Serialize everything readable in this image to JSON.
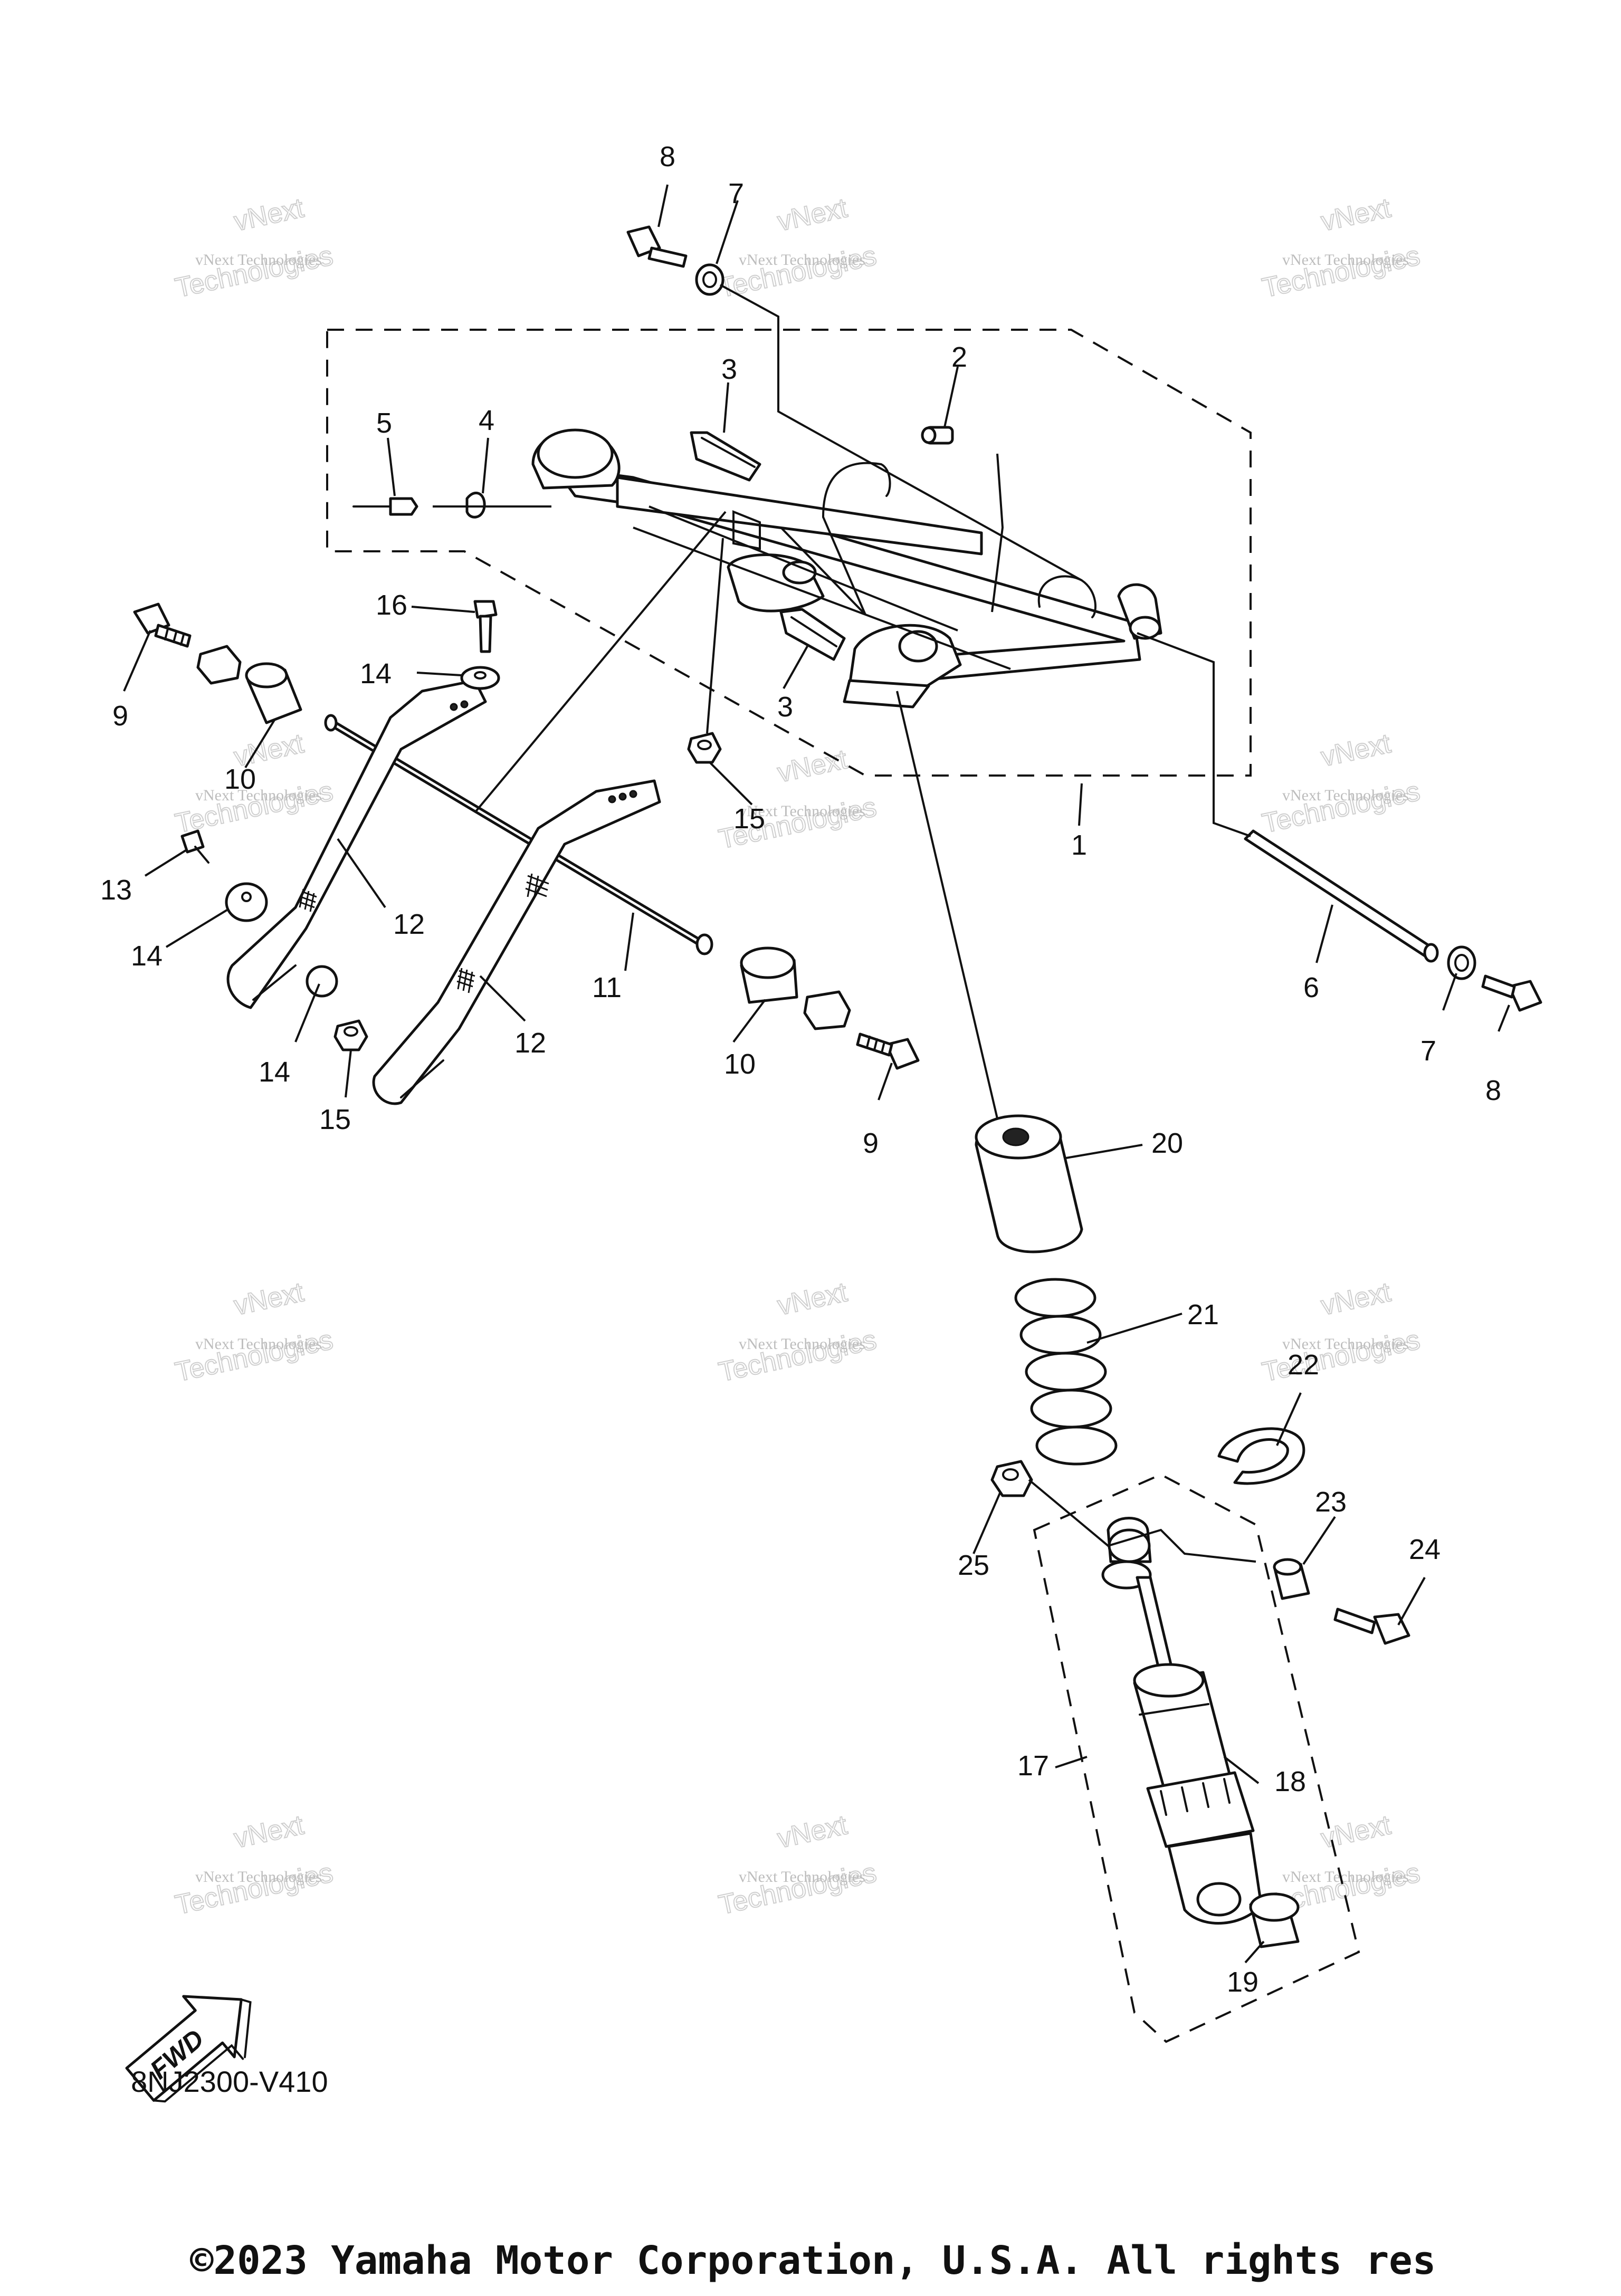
{
  "callouts": {
    "c1": "1",
    "c2": "2",
    "c3a": "3",
    "c3b": "3",
    "c4": "4",
    "c5": "5",
    "c6": "6",
    "c7a": "7",
    "c7b": "7",
    "c8a": "8",
    "c8b": "8",
    "c9a": "9",
    "c9b": "9",
    "c10a": "10",
    "c10b": "10",
    "c11": "11",
    "c12a": "12",
    "c12b": "12",
    "c13": "13",
    "c14a": "14",
    "c14b": "14",
    "c14c": "14",
    "c15a": "15",
    "c15b": "15",
    "c16": "16",
    "c17": "17",
    "c18": "18",
    "c19": "19",
    "c20": "20",
    "c21": "21",
    "c22": "22",
    "c23": "23",
    "c24": "24",
    "c25": "25"
  },
  "watermark": {
    "small": "vNext Technologies",
    "big": "Technologies",
    "arc": "vNext"
  },
  "fwd_label": "FWD",
  "diagram_code": "8NJ2300-V410",
  "footer": "©2023 Yamaha Motor Corporation, U.S.A. All rights res"
}
